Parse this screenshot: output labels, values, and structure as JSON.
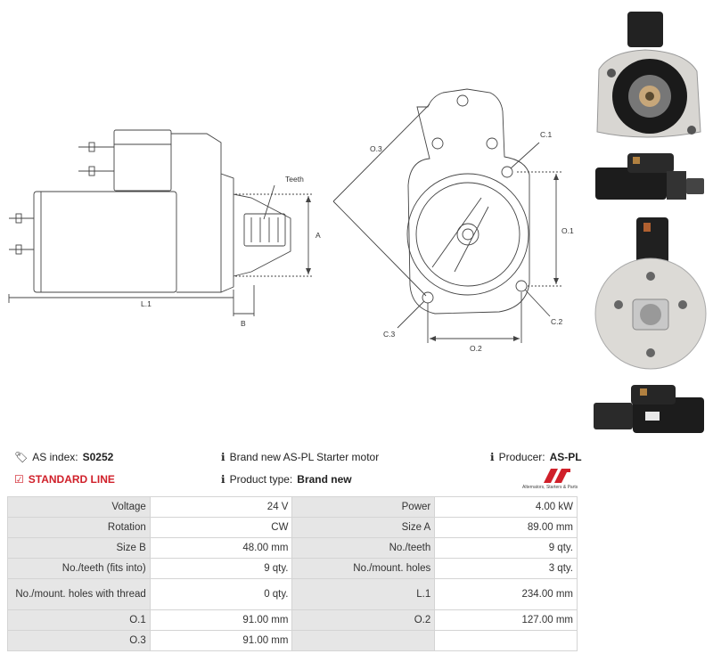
{
  "drawing": {
    "teeth_label": "Teeth",
    "label_a": "A",
    "label_b": "B",
    "label_l1": "L.1",
    "label_o1": "O.1",
    "label_o2": "O.2",
    "label_o3": "O.3",
    "label_c1": "C.1",
    "label_c2": "C.2",
    "label_c3": "C.3"
  },
  "info": {
    "as_index_label": "AS index:",
    "as_index_value": "S0252",
    "description": "Brand new AS-PL Starter motor",
    "producer_label": "Producer:",
    "producer_value": "AS-PL",
    "line_label": "STANDARD LINE",
    "product_type_label": "Product type:",
    "product_type_value": "Brand new",
    "logo_tagline": "Alternators, Starters & Parts"
  },
  "specs": [
    [
      "Voltage",
      "24 V",
      "Power",
      "4.00 kW"
    ],
    [
      "Rotation",
      "CW",
      "Size A",
      "89.00 mm"
    ],
    [
      "Size B",
      "48.00 mm",
      "No./teeth",
      "9 qty."
    ],
    [
      "No./teeth (fits into)",
      "9 qty.",
      "No./mount. holes",
      "3 qty."
    ],
    [
      "No./mount. holes with thread",
      "0 qty.",
      "L.1",
      "234.00 mm"
    ],
    [
      "O.1",
      "91.00 mm",
      "O.2",
      "127.00 mm"
    ],
    [
      "O.3",
      "91.00 mm",
      "",
      ""
    ]
  ],
  "colors": {
    "accent_red": "#d0202a",
    "label_bg": "#e6e6e6",
    "border": "#d4d4d4"
  }
}
